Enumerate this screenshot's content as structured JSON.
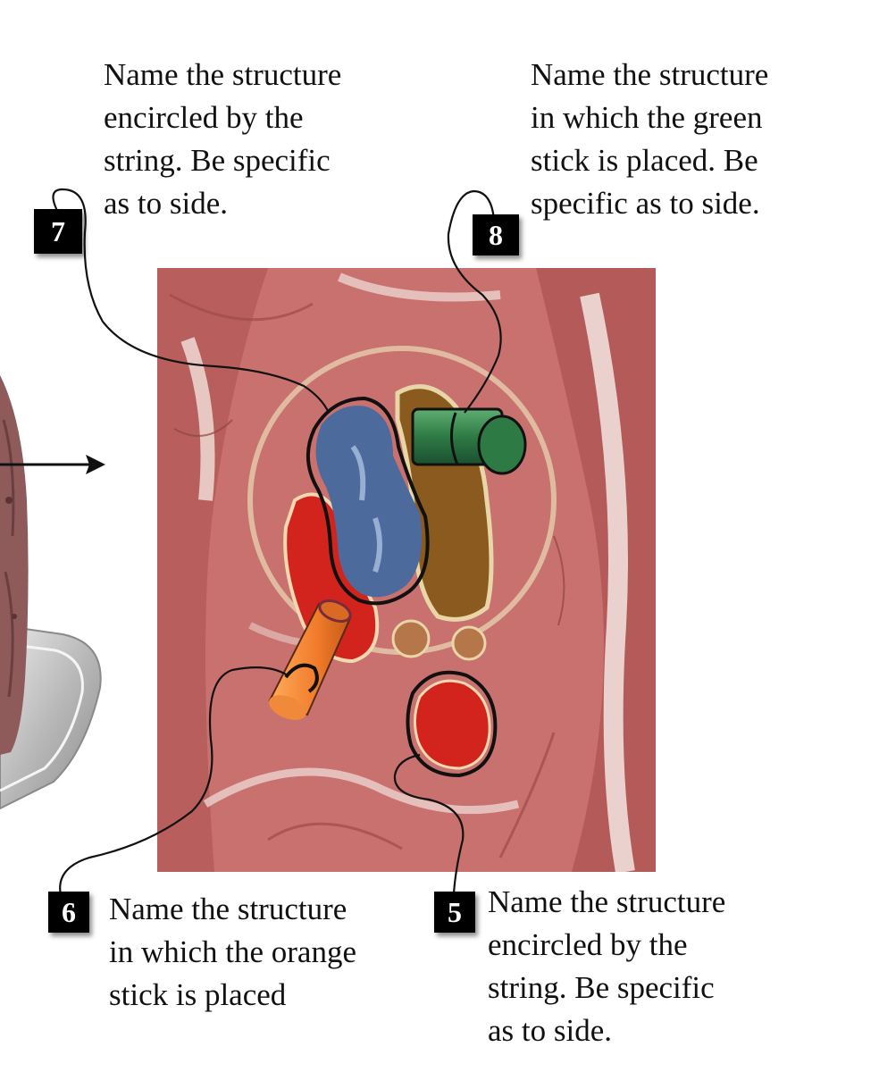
{
  "questions": {
    "q7": {
      "number": "7",
      "text": "Name the structure\nencircled by the\nstring. Be specific\nas to side."
    },
    "q8": {
      "number": "8",
      "text": "Name the structure\nin which the green\nstick is placed. Be\nspecific as to side."
    },
    "q6": {
      "number": "6",
      "text": "Name the structure\nin which the orange\nstick is placed"
    },
    "q5": {
      "number": "5",
      "text": "Name the structure\nencircled by the\nstring. Be specific\nas to side."
    }
  },
  "colors": {
    "tissue": "#c9716e",
    "vein": "#4c6a9c",
    "artery": "#cc1a1a",
    "airway": "#8a5a1e",
    "green_stick": "#2e7a45",
    "orange_stick": "#f07a2a"
  }
}
